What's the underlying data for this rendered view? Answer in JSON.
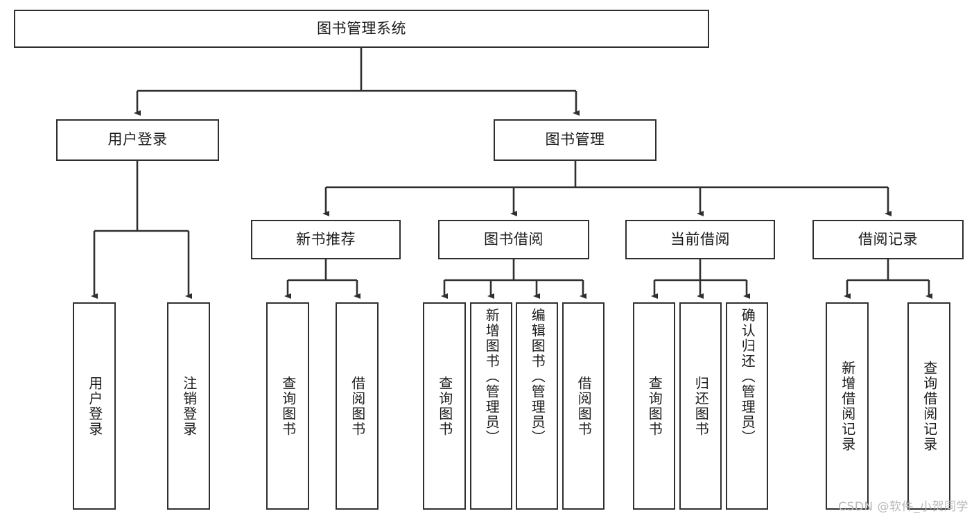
{
  "diagram": {
    "type": "tree",
    "title": "图书管理系统",
    "root": {
      "id": "root",
      "label": "图书管理系统",
      "orientation": "horizontal"
    },
    "level2": [
      {
        "id": "user-login",
        "label": "用户登录",
        "orientation": "horizontal"
      },
      {
        "id": "book-management",
        "label": "图书管理",
        "orientation": "horizontal"
      }
    ],
    "level3": [
      {
        "id": "new-book-recommend",
        "label": "新书推荐",
        "orientation": "horizontal",
        "parent": "book-management"
      },
      {
        "id": "book-borrow",
        "label": "图书借阅",
        "orientation": "horizontal",
        "parent": "book-management"
      },
      {
        "id": "current-borrow",
        "label": "当前借阅",
        "orientation": "horizontal",
        "parent": "book-management"
      },
      {
        "id": "borrow-record",
        "label": "借阅记录",
        "orientation": "horizontal",
        "parent": "book-management"
      }
    ],
    "leaves": [
      {
        "id": "leaf-user-login",
        "label": "用户登录",
        "parent": "user-login"
      },
      {
        "id": "leaf-logout-login",
        "label": "注销登录",
        "parent": "user-login"
      },
      {
        "id": "leaf-query-book-1",
        "label": "查询图书",
        "parent": "new-book-recommend"
      },
      {
        "id": "leaf-borrow-book-1",
        "label": "借阅图书",
        "parent": "new-book-recommend"
      },
      {
        "id": "leaf-query-book-2",
        "label": "查询图书",
        "parent": "book-borrow"
      },
      {
        "id": "leaf-add-book",
        "label": "新增图书（管理员）",
        "parent": "book-borrow"
      },
      {
        "id": "leaf-edit-book",
        "label": "编辑图书（管理员）",
        "parent": "book-borrow"
      },
      {
        "id": "leaf-borrow-book-2",
        "label": "借阅图书",
        "parent": "book-borrow"
      },
      {
        "id": "leaf-query-book-3",
        "label": "查询图书",
        "parent": "current-borrow"
      },
      {
        "id": "leaf-return-book",
        "label": "归还图书",
        "parent": "current-borrow"
      },
      {
        "id": "leaf-confirm-return",
        "label": "确认归还（管理员）",
        "parent": "current-borrow"
      },
      {
        "id": "leaf-add-record",
        "label": "新增借阅记录",
        "parent": "borrow-record"
      },
      {
        "id": "leaf-query-record",
        "label": "查询借阅记录",
        "parent": "borrow-record"
      }
    ],
    "colors": {
      "stroke": "#2f2f2f",
      "fill": "#ffffff",
      "text": "#1c1c1c",
      "watermark": "#b8b8b8"
    }
  },
  "watermark": {
    "text": "CSDN @软件_小贺同学"
  }
}
